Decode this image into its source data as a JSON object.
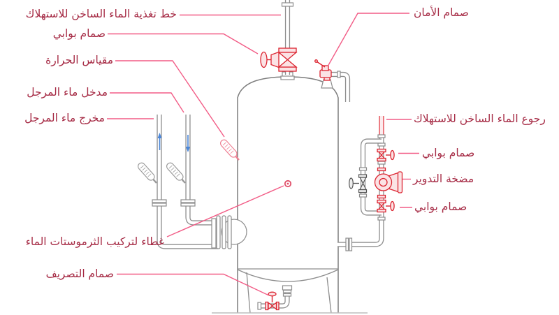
{
  "labels": {
    "feed_line": "خط تغذية الماء الساخن للاستهلاك",
    "gate_valve_top": "صمام بوابي",
    "thermometer_gauge": "مقياس الحرارة",
    "boiler_water_inlet": "مدخل ماء المرجل",
    "boiler_water_outlet": "مخرج ماء المرجل",
    "safety_valve": "صمام الأمان",
    "hot_water_return": "رجوع الماء الساخن للاستهلاك",
    "gate_valve_right_upper": "صمام بوابي",
    "circulation_pump": "مضخة التدوير",
    "gate_valve_right_lower": "صمام بوابي",
    "thermostat_cover": "غطاء لتركيب الثرموستات الماء",
    "drain_valve": "صمام التصريف"
  },
  "colors": {
    "label_text": "#a62b45",
    "leader_line": "#f25c86",
    "component_red": "#dc2430",
    "pipe_outline": "#8d8d8d",
    "flow_arrow_blue": "#4a86d8",
    "background": "#ffffff"
  }
}
